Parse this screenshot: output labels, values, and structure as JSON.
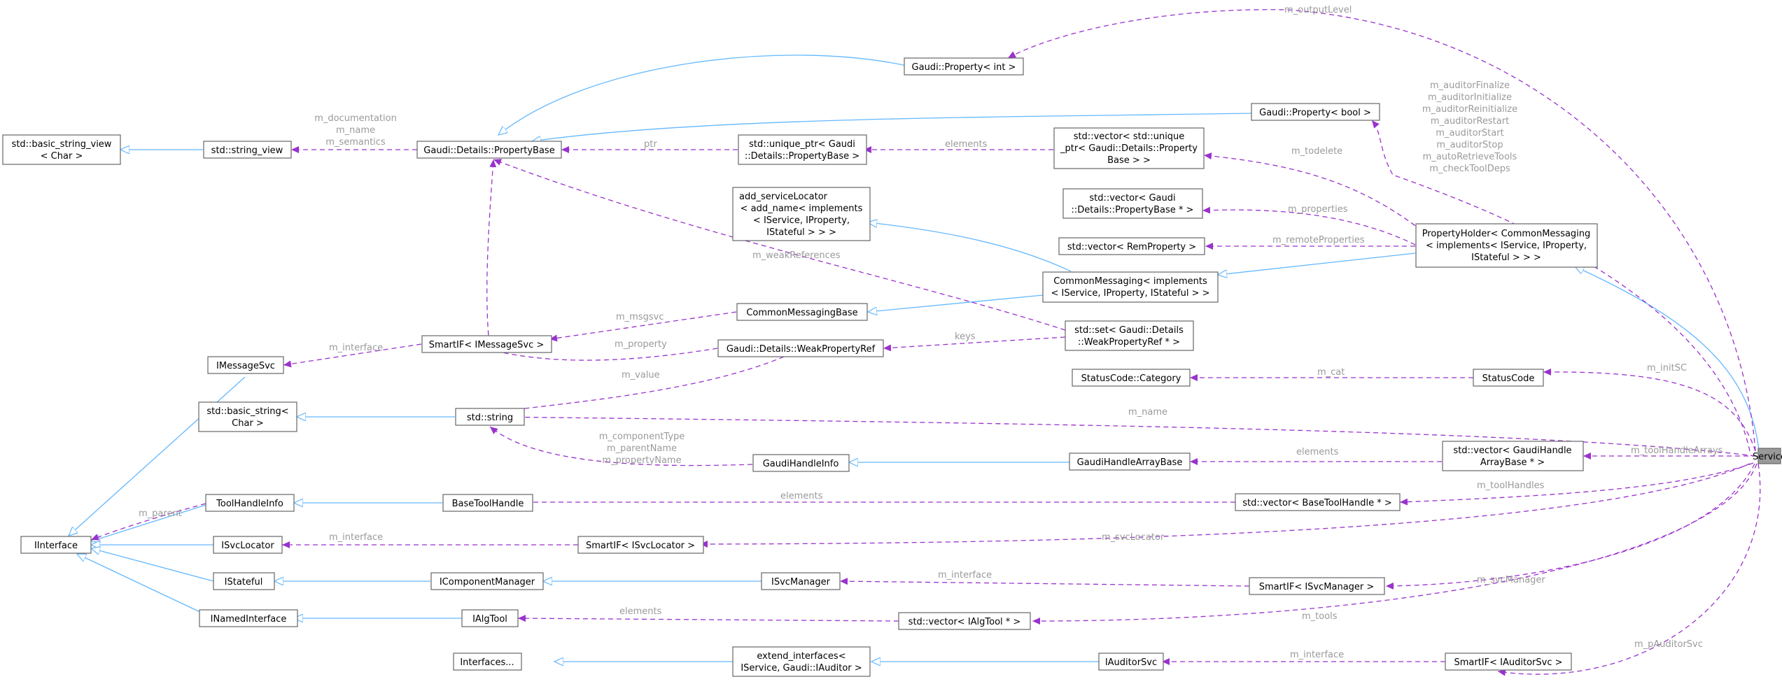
{
  "nodes": {
    "service": "Service",
    "gaudi_property_int": "Gaudi::Property< int >",
    "gaudi_property_bool": "Gaudi::Property< bool >",
    "property_base": "Gaudi::Details::PropertyBase",
    "string_view": "std::string_view",
    "basic_string_view": [
      "std::basic_string_view",
      "< Char >"
    ],
    "unique_ptr": [
      "std::unique_ptr< Gaudi",
      "::Details::PropertyBase >"
    ],
    "vector_unique_ptr": [
      "std::vector< std::unique",
      "_ptr< Gaudi::Details::Property",
      "Base > >"
    ],
    "add_service_locator": [
      "add_serviceLocator",
      "< add_name< implements",
      "< IService, IProperty,",
      "IStateful > > >"
    ],
    "vector_property_base_ptr": [
      "std::vector< Gaudi",
      "::Details::PropertyBase * >"
    ],
    "vector_remproperty": "std::vector< RemProperty >",
    "property_holder": [
      "PropertyHolder< CommonMessaging",
      "< implements< IService, IProperty,",
      "IStateful > > >"
    ],
    "common_messaging": [
      "CommonMessaging< implements",
      "< IService, IProperty, IStateful > >"
    ],
    "common_messaging_base": "CommonMessagingBase",
    "set_weakpropertyref": [
      "std::set< Gaudi::Details",
      "::WeakPropertyRef * >"
    ],
    "smartif_imessagesvc": "SmartIF< IMessageSvc >",
    "weak_property_ref": "Gaudi::Details::WeakPropertyRef",
    "imessagesvc": "IMessageSvc",
    "statuscode_category": "StatusCode::Category",
    "statuscode": "StatusCode",
    "basic_string": [
      "std::basic_string<",
      "Char >"
    ],
    "std_string": "std::string",
    "gaudi_handle_info": "GaudiHandleInfo",
    "gaudi_handle_array_base": "GaudiHandleArrayBase",
    "vector_gaudi_handle_array_base": [
      "std::vector< GaudiHandle",
      "ArrayBase * >"
    ],
    "tool_handle_info": "ToolHandleInfo",
    "base_tool_handle": "BaseToolHandle",
    "vector_base_tool_handle": "std::vector< BaseToolHandle * >",
    "iinterface": "IInterface",
    "isvclocator": "ISvcLocator",
    "smartif_isvclocator": "SmartIF< ISvcLocator >",
    "istateful": "IStateful",
    "icomponentmanager": "IComponentManager",
    "isvcmanager": "ISvcManager",
    "smartif_isvcmanager": "SmartIF< ISvcManager >",
    "inamedinterface": "INamedInterface",
    "ialgtool": "IAlgTool",
    "vector_ialgtool": "std::vector< IAlgTool * >",
    "interfaces": "Interfaces...",
    "extend_interfaces": [
      "extend_interfaces<",
      "IService, Gaudi::IAuditor >"
    ],
    "iauditorsvc": "IAuditorSvc",
    "smartif_iauditorsvc": "SmartIF< IAuditorSvc >"
  },
  "edge_labels": {
    "m_outputLevel": "m_outputLevel",
    "auditor_flags": [
      "m_auditorFinalize",
      "m_auditorInitialize",
      "m_auditorReinitialize",
      "m_auditorRestart",
      "m_auditorStart",
      "m_auditorStop",
      "m_autoRetrieveTools",
      "m_checkToolDeps"
    ],
    "string_view_members": [
      "m_documentation",
      "m_name",
      "m_semantics"
    ],
    "ptr": "ptr",
    "elements": "elements",
    "m_todelete": "m_todelete",
    "m_properties": "m_properties",
    "m_remoteProperties": "m_remoteProperties",
    "m_weakReferences": "m_weakReferences",
    "m_msgsvc": "m_msgsvc",
    "m_interface": "m_interface",
    "m_property": "m_property",
    "keys": "keys",
    "m_value": "m_value",
    "m_cat": "m_cat",
    "m_initSC": "m_initSC",
    "m_name": "m_name",
    "handle_info_members": [
      "m_componentType",
      "m_parentName",
      "m_propertyName"
    ],
    "m_toolHandleArrays": "m_toolHandleArrays",
    "m_parent": "m_parent",
    "m_toolHandles": "m_toolHandles",
    "m_svcLocator": "m_svcLocator",
    "m_svcManager": "m_svcManager",
    "m_tools": "m_tools",
    "m_pAuditorSvc": "m_pAuditorSvc"
  },
  "colors": {
    "inheritance": "#63b8ff",
    "usage": "#9a32cd",
    "label": "#9a9a9a",
    "highlight": "#999999"
  }
}
